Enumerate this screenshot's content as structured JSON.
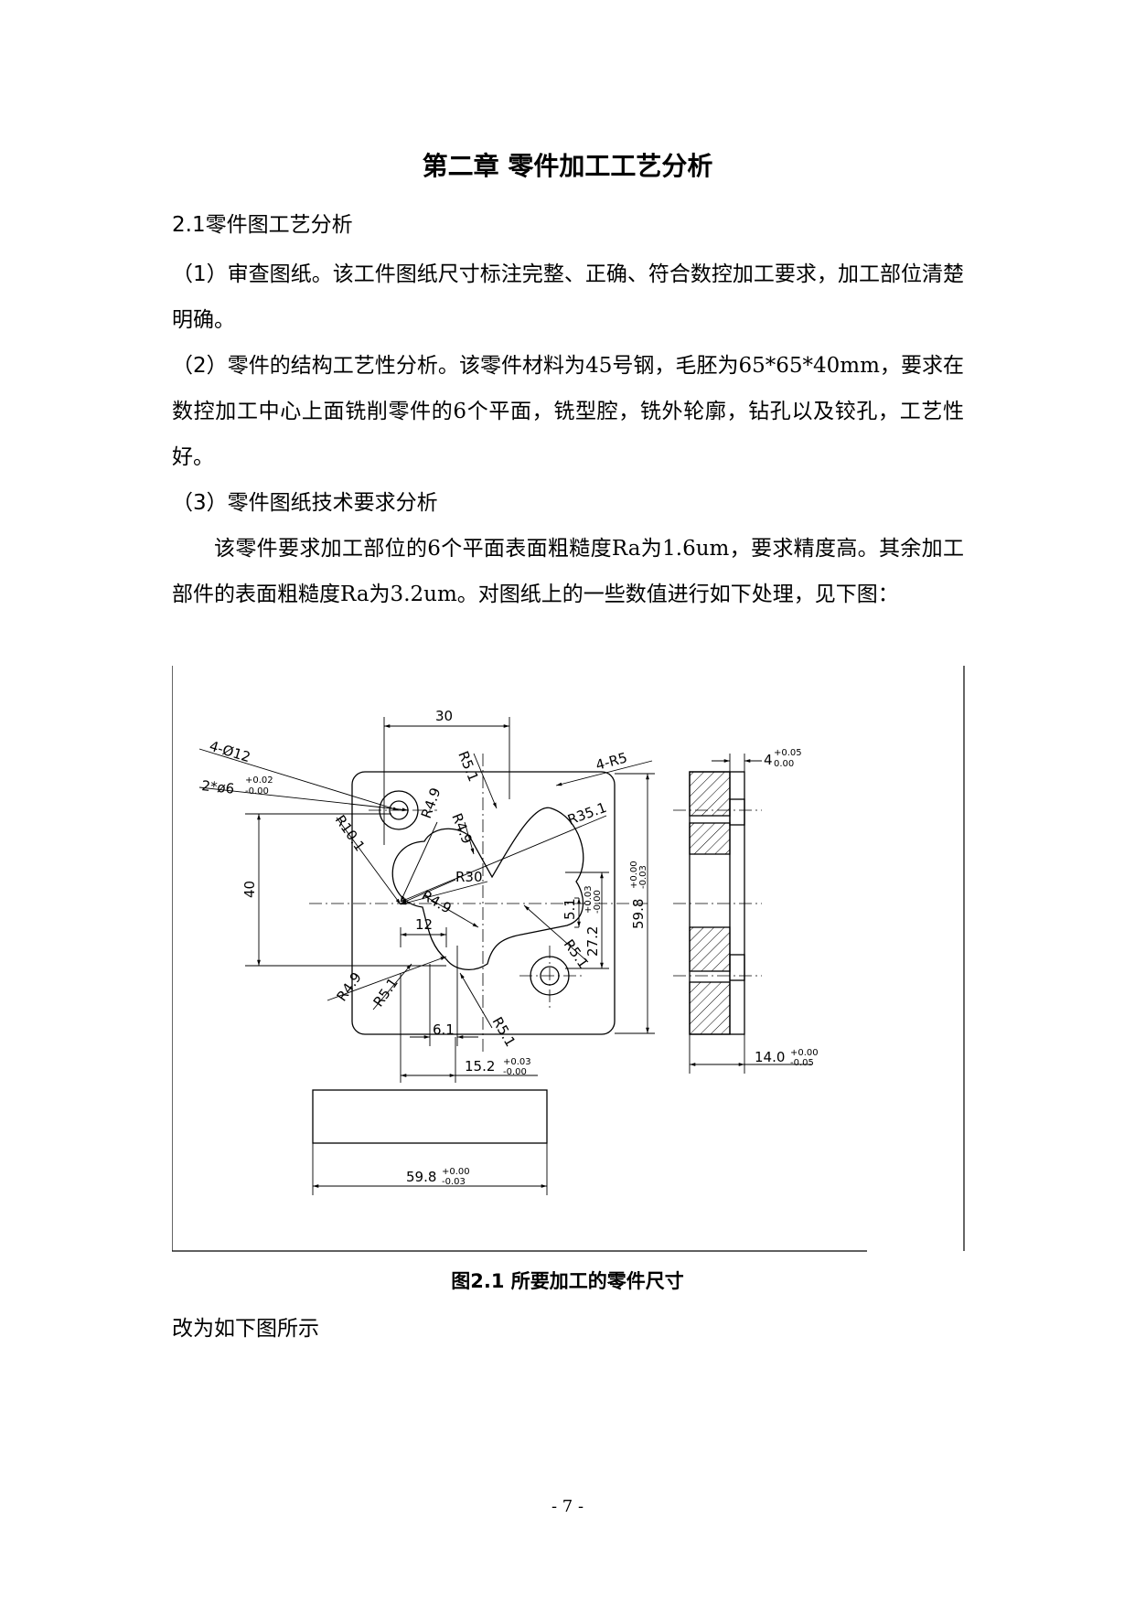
{
  "chapter_title": "第二章 零件加工工艺分析",
  "section_title": "2.1零件图工艺分析",
  "paragraphs": [
    {
      "lead": "（1）审查图纸。",
      "text": "该工件图纸尺寸标注完整、正确、符合数控加工要求，加工部位清楚明确。"
    },
    {
      "lead": "（2）零件的结构工艺性分析。",
      "text": "该零件材料为45号钢，毛胚为65*65*40mm，要求在数控加工中心上面铣削零件的6个平面，铣型腔，铣外轮廓，钻孔以及铰孔，工艺性好。"
    },
    {
      "lead": "（3）零件图纸技术要求分析",
      "text": ""
    }
  ],
  "body_paragraph": "该零件要求加工部位的6个平面表面粗糙度Ra为1.6um，要求精度高。其余加工部件的表面粗糙度Ra为3.2um。对图纸上的一些数值进行如下处理，见下图：",
  "figure": {
    "dims": {
      "d30": "30",
      "d4_phi12": "4-Ø12",
      "d2_phi6": "2*ø6",
      "d2_phi6_tol_up": "+0.02",
      "d2_phi6_tol_dn": "-0.00",
      "dR5_1_top": "R5.1",
      "d4_R5": "4-R5",
      "dR10_1": "R10.1",
      "dR4_9_a": "R4.9",
      "dR4_9_b": "R4.9",
      "dR35_1": "R35.1",
      "dR30": "R30",
      "dR4_9_c": "R4.9",
      "d40": "40",
      "d12": "12",
      "d5_1": "5.1",
      "d27_2": "27.2",
      "d27_2_tol_up": "+0.03",
      "d27_2_tol_dn": "-0.00",
      "d59_8_v": "59.8",
      "d59_8_v_tol_up": "+0.00",
      "d59_8_v_tol_dn": "-0.03",
      "dR5_1_right": "R5.1",
      "dR4_9_d": "R4.9",
      "dR5_1_bot": "R5.1",
      "d6_1": "6.1",
      "dR5_1_low": "R5.1",
      "d15_2": "15.2",
      "d15_2_tol_up": "+0.03",
      "d15_2_tol_dn": "-0.00",
      "d4": "4",
      "d4_tol_up": "+0.05",
      "d4_tol_dn": "0.00",
      "d14_0": "14.0",
      "d14_0_tol_up": "+0.00",
      "d14_0_tol_dn": "-0.05",
      "d59_8_h": "59.8",
      "d59_8_h_tol_up": "+0.00",
      "d59_8_h_tol_dn": "-0.03"
    }
  },
  "caption": "图2.1 所要加工的零件尺寸",
  "after_text": "改为如下图所示",
  "page_number": "- 7 -"
}
